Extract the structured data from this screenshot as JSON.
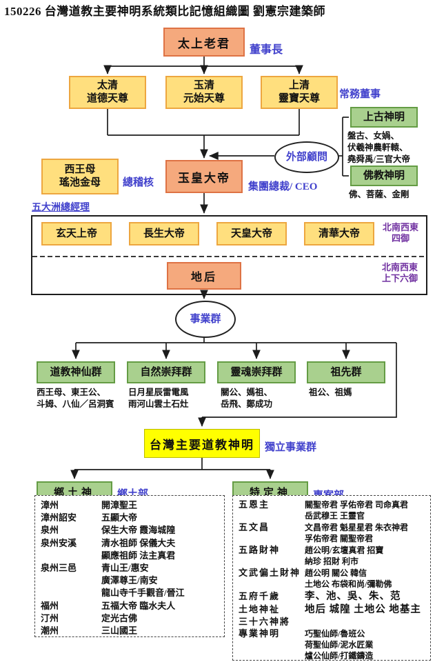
{
  "title": "150226 台灣道教主要神明系統類比記憶組織圖 劉憲宗建築師",
  "chairman": {
    "name": "太上老君",
    "role": "董事長"
  },
  "trinity": {
    "role": "常務董事",
    "boxes": [
      {
        "line1": "太清",
        "line2": "道德天尊"
      },
      {
        "line1": "玉清",
        "line2": "元始天尊"
      },
      {
        "line1": "上清",
        "line2": "靈寶天尊"
      }
    ]
  },
  "auditor": {
    "line1": "西王母",
    "line2": "瑤池金母",
    "role": "總稽核"
  },
  "ceo": {
    "name": "玉皇大帝",
    "role": "集團總裁/ CEO"
  },
  "advisor": {
    "label": "外部顧問",
    "groups": [
      {
        "title": "上古神明",
        "members": "盤古、女媧、\n伏羲神農軒轅、\n堯舜禹/三官大帝"
      },
      {
        "title": "佛教神明",
        "members": "佛、菩薩、金剛"
      }
    ]
  },
  "continents": {
    "label": "五大洲總經理",
    "four_boxes": [
      "玄天上帝",
      "長生大帝",
      "天皇大帝",
      "清華大帝"
    ],
    "four_label": "北南西東\n四御",
    "earth_queen": "地后",
    "six_label": "北南西東\n上下六御"
  },
  "business_unit": {
    "label": "事業群"
  },
  "worship_groups": [
    {
      "title": "道教神仙群",
      "members": "西王母、東王公、\n斗姆、八仙／呂洞賓"
    },
    {
      "title": "自然崇拜群",
      "members": "日月星辰雷電風\n雨河山雲土石灶"
    },
    {
      "title": "靈魂崇拜群",
      "members": "關公、媽祖、\n岳飛、鄭成功"
    },
    {
      "title": "祖先群",
      "members": "祖公、祖媽"
    }
  ],
  "taiwan": {
    "name": "台灣主要道教神明",
    "role": "獨立事業群"
  },
  "local": {
    "name": "鄉土神",
    "role": "鄉土部",
    "rows": [
      {
        "region": "漳州",
        "deities": "開漳聖王"
      },
      {
        "region": "漳州詔安",
        "deities": "五顯大帝"
      },
      {
        "region": "泉州",
        "deities": "保生大帝  霞海城隍"
      },
      {
        "region": "泉州安溪",
        "deities": "清水祖師  保儀大夫"
      },
      {
        "region": "",
        "deities": "顯應祖師  法主真君"
      },
      {
        "region": "泉州三邑",
        "deities": "青山王/惠安"
      },
      {
        "region": "",
        "deities": "廣澤尊王/南安"
      },
      {
        "region": "",
        "deities": "龍山寺千手觀音/晉江"
      },
      {
        "region": "福州",
        "deities": "五福大帝  臨水夫人"
      },
      {
        "region": "汀州",
        "deities": "定光古佛"
      },
      {
        "region": "潮州",
        "deities": "三山國王"
      }
    ]
  },
  "specific": {
    "name": "特定神",
    "role": "專案部",
    "rows": [
      {
        "category": "五恩主",
        "deities": "關聖帝君 孚佑帝君 司命真君\n岳武穆王 王靈官"
      },
      {
        "category": "五文昌",
        "deities": "文昌帝君 魁星星君 朱衣神君\n孚佑帝君 關聖帝君"
      },
      {
        "category": "五路財神",
        "deities": "趙公明/玄壇真君 招寶\n納珍 招財 利市"
      },
      {
        "category": "文武偏土財神",
        "deities": "趙公明  關公  韓信\n土地公 布袋和尚/彌勒佛"
      },
      {
        "category": "五府千歲",
        "deities": "李、池、吳、朱、范"
      },
      {
        "category": "土地神祉",
        "deities": "地后 城隍 土地公 地基主"
      },
      {
        "category": "三十六神將",
        "deities": ""
      },
      {
        "category": "專業神明",
        "deities": "巧聖仙師/魯班公\n荷聖仙師/泥水匠業\n爐公仙師/打鐵鑄造"
      }
    ]
  },
  "colors": {
    "salmon_fill": "#F5A97D",
    "salmon_border": "#DE7244",
    "yellow_fill": "#FFDF7E",
    "yellow_border": "#EDA63F",
    "green_fill": "#A9D08E",
    "green_border": "#649C44",
    "highlight_fill": "#FFFF00",
    "label_blue": "#4141CC",
    "label_purple": "#7030A0",
    "line_black": "#1C1C1C"
  }
}
